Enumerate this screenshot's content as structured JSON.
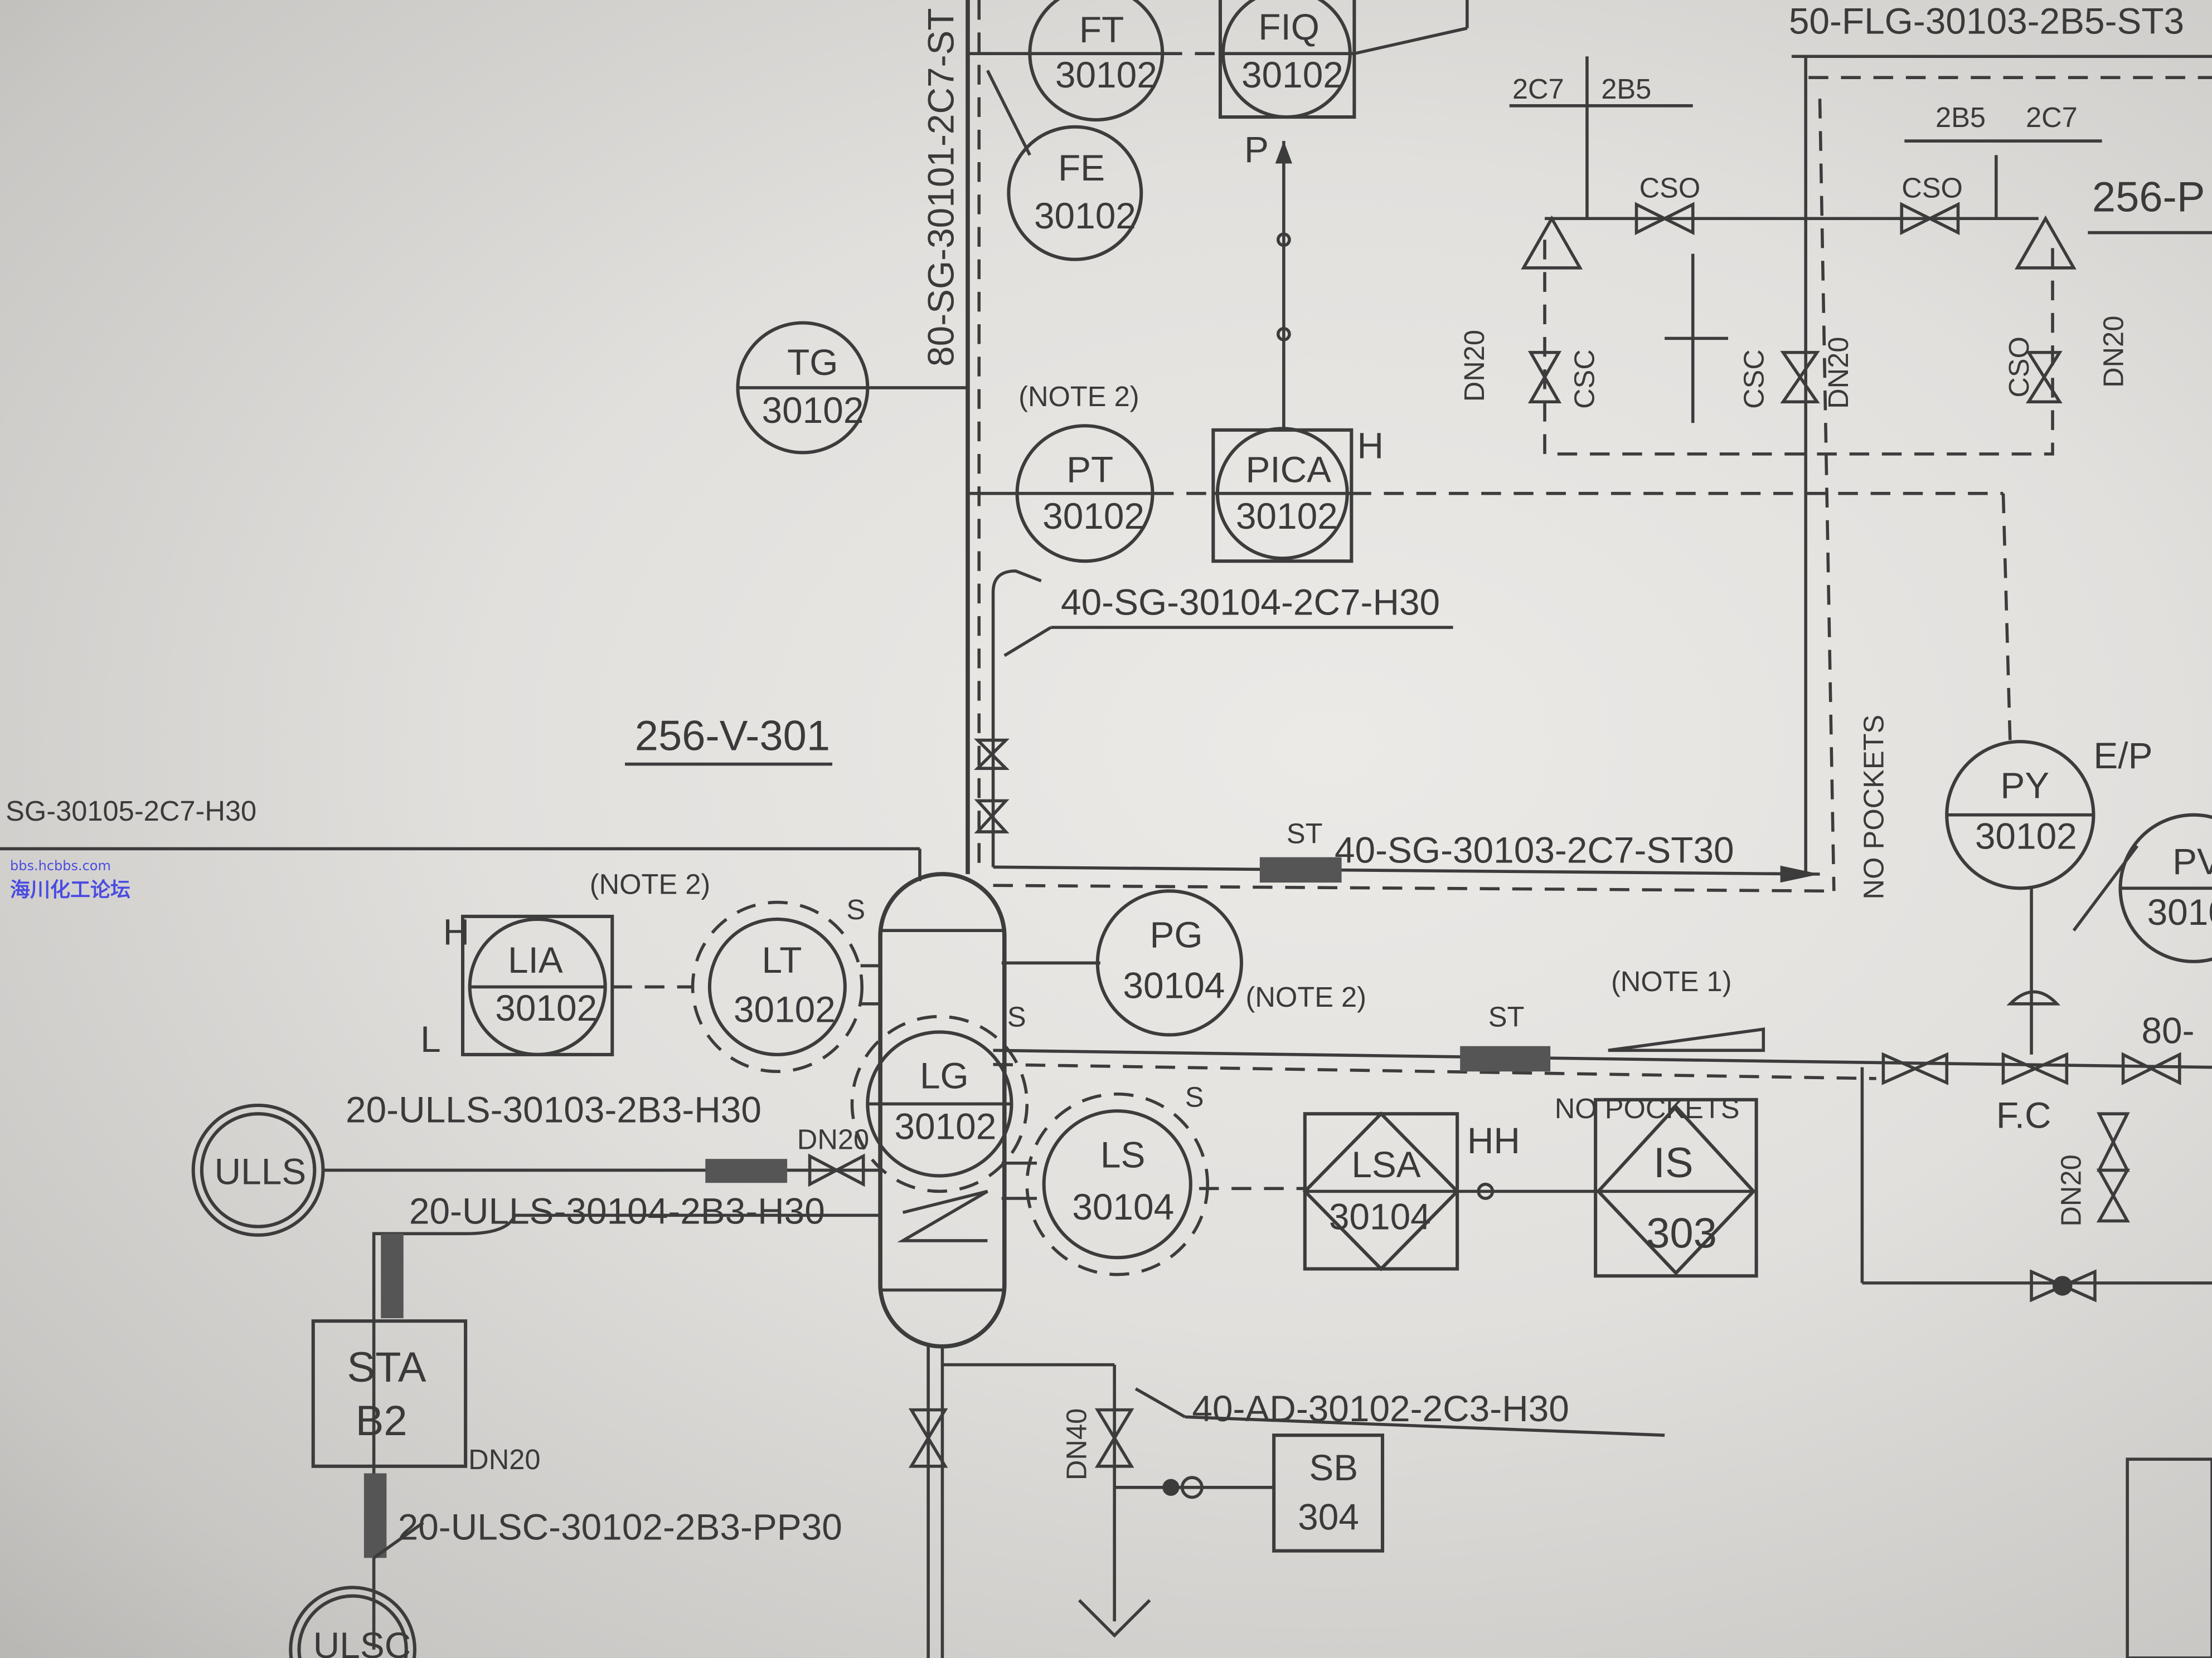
{
  "title": "P&ID sheet - 256-V-301 steam drum area",
  "equipment": {
    "vessel": "256-V-301",
    "pump_partial": "256-P"
  },
  "lines": {
    "flg": "50-FLG-30103-2B5-ST3",
    "sg30101": "80-SG-30101-2C7-ST",
    "sg30104": "40-SG-30104-2C7-H30",
    "sg30105": "SG-30105-2C7-H30",
    "sg30103": "40-SG-30103-2C7-ST30",
    "ulls30103": "20-ULLS-30103-2B3-H30",
    "ulls30104": "20-ULLS-30104-2B3-H30",
    "ad30102": "40-AD-30102-2C3-H30",
    "ulsc30102": "20-ULSC-30102-2B3-PP30",
    "partial80": "80-"
  },
  "instruments": {
    "ft": {
      "tag": "FT",
      "num": "30102"
    },
    "fiq": {
      "tag": "FIQ",
      "num": "30102"
    },
    "fe": {
      "tag": "FE",
      "num": "30102"
    },
    "tg": {
      "tag": "TG",
      "num": "30102"
    },
    "pt": {
      "tag": "PT",
      "num": "30102"
    },
    "pica": {
      "tag": "PICA",
      "num": "30102"
    },
    "lia": {
      "tag": "LIA",
      "num": "30102"
    },
    "lt": {
      "tag": "LT",
      "num": "30102"
    },
    "pg": {
      "tag": "PG",
      "num": "30104"
    },
    "lg": {
      "tag": "LG",
      "num": "30102"
    },
    "ls": {
      "tag": "LS",
      "num": "30104"
    },
    "lsa": {
      "tag": "LSA",
      "num": "30104"
    },
    "is": {
      "tag": "IS",
      "num": "303"
    },
    "py": {
      "tag": "PY",
      "num": "30102"
    },
    "pv": {
      "tag": "PV",
      "num": "3010"
    },
    "sb": {
      "tag": "SB",
      "num": "304"
    },
    "sta": {
      "tag": "STA",
      "num": "B2"
    },
    "ulls": {
      "tag": "ULLS"
    },
    "ulsc": {
      "tag": "ULSC"
    }
  },
  "notes": {
    "note2": "(NOTE 2)",
    "note1": "(NOTE 1)",
    "no_pockets": "NO POCKETS",
    "st": "ST",
    "s": "S",
    "h": "H",
    "l": "L",
    "hh": "HH",
    "p": "P",
    "ep": "E/P",
    "fc": "F.C",
    "c2c7": "2C7",
    "c2b5": "2B5",
    "cso": "CSO",
    "csc": "CSC",
    "dn20": "DN20",
    "dn40": "DN40"
  },
  "watermark": {
    "url": "bbs.hcbbs.com",
    "name": "海川化工论坛"
  }
}
